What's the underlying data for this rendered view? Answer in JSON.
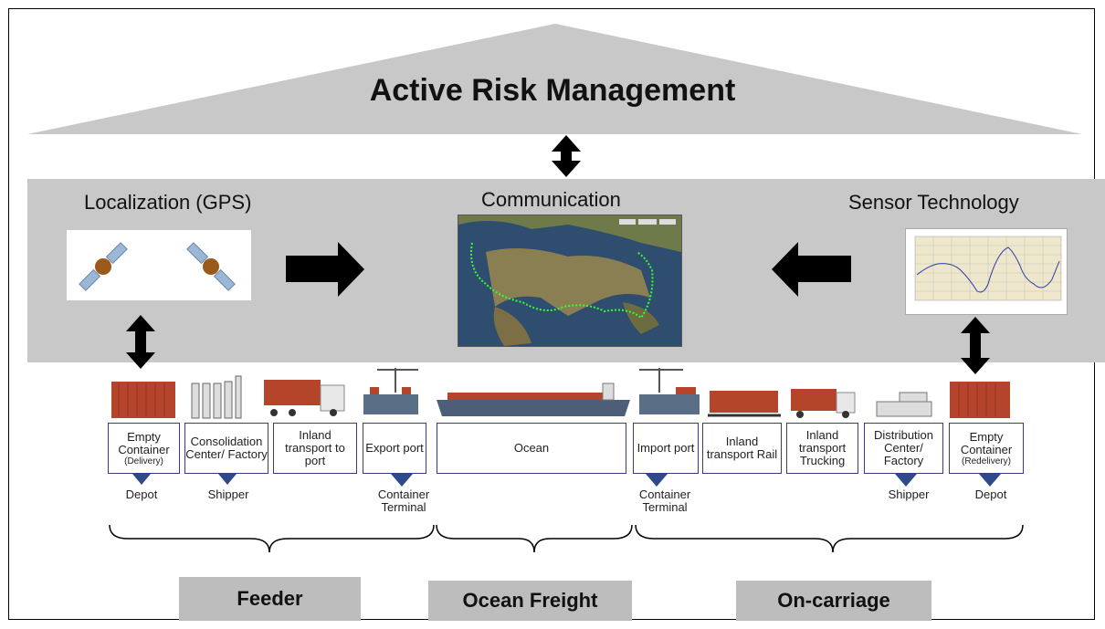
{
  "roof": {
    "title": "Active Risk Management"
  },
  "band": {
    "left_label": "Localization (GPS)",
    "center_label": "Communication",
    "right_label": "Sensor Technology"
  },
  "chain": {
    "steps": [
      {
        "main": "Empty Container",
        "small": "(Delivery)",
        "below": "Depot"
      },
      {
        "main": "Consolidation Center/ Factory",
        "small": "",
        "below": "Shipper"
      },
      {
        "main": "Inland transport to port",
        "small": "",
        "below": ""
      },
      {
        "main": "Export port",
        "small": "",
        "below": "Container Terminal"
      },
      {
        "main": "Ocean",
        "small": "",
        "below": ""
      },
      {
        "main": "Import port",
        "small": "",
        "below": "Container Terminal"
      },
      {
        "main": "Inland transport Rail",
        "small": "",
        "below": ""
      },
      {
        "main": "Inland transport Trucking",
        "small": "",
        "below": ""
      },
      {
        "main": "Distribution Center/ Factory",
        "small": "",
        "below": "Shipper"
      },
      {
        "main": "Empty Container",
        "small": "(Redelivery)",
        "below": "Depot"
      }
    ]
  },
  "segments": {
    "feeder": "Feeder",
    "ocean": "Ocean Freight",
    "oncarriage": "On-carriage"
  },
  "colors": {
    "band": "#c8c8c8",
    "roof": "#c8c8c8",
    "container": "#b5452a",
    "segment_box": "#bdbdbd",
    "box_border": "#3a3a80",
    "marker": "#2e4a8a"
  }
}
